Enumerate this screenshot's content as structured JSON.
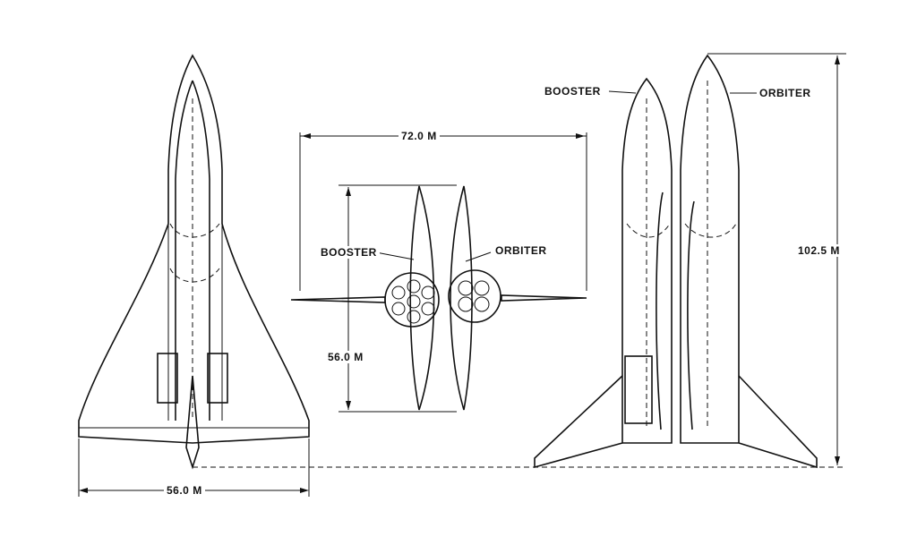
{
  "labels": {
    "span_top": "72.0 M",
    "span_bottom": "56.0 M",
    "height_side": "102.5 M",
    "height_mid": "56.0 M",
    "booster_mid": "BOOSTER",
    "orbiter_mid": "ORBITER",
    "booster_right": "BOOSTER",
    "orbiter_right": "ORBITER"
  }
}
